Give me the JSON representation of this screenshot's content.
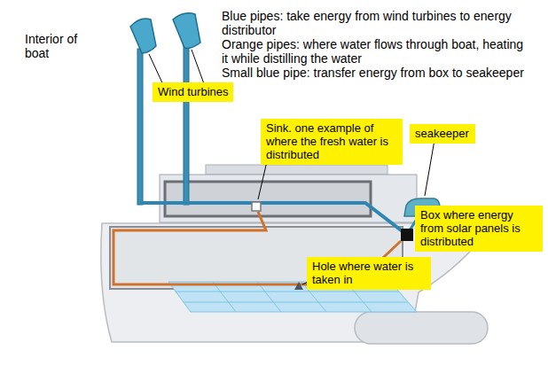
{
  "diagram": {
    "nodes": [
      {
        "text": [
          "Wind turbines"
        ]
      },
      {
        "text": [
          "Sink. one example of where the fresh water is distributed"
        ]
      },
      {
        "text": [
          "seakeeper"
        ]
      },
      {
        "text": [
          "Box where energy from solar panels is distributed"
        ]
      },
      {
        "text": [
          "Hole where water is taken in"
        ]
      }
    ],
    "labels": [
      "Interior of boat",
      "Blue pipes: take energy from wind turbines to energy distributor",
      "Orange pipes: where water flows through boat, heating it while distilling the water",
      "Small blue pipe: transfer energy from box to seakeeper"
    ]
  }
}
